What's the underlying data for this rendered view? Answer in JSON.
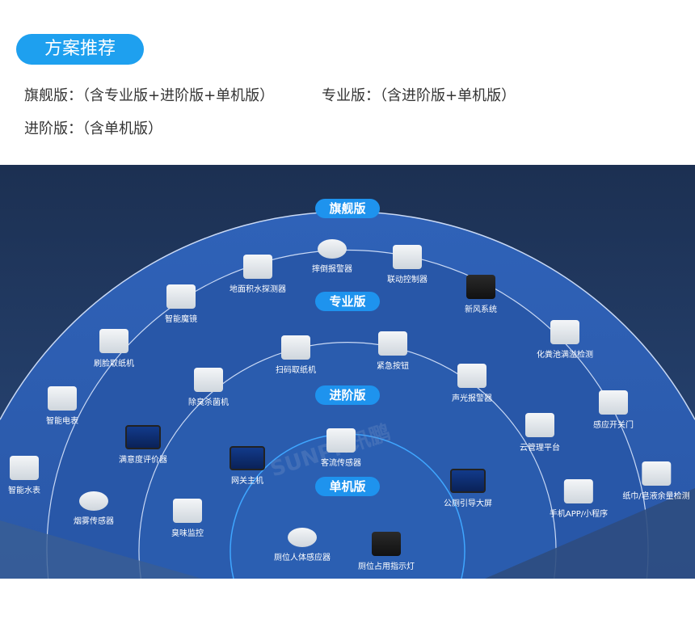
{
  "header": {
    "title": "方案推荐",
    "line1a": "旗舰版：（含专业版+进阶版+单机版）",
    "line1b": "专业版：（含进阶版+单机版）",
    "line2": "进阶版：（含单机版）"
  },
  "tiers": [
    "旗舰版",
    "专业版",
    "进阶版",
    "单机版"
  ],
  "watermark": "SUNPN讯鹏",
  "colors": {
    "accent": "#1ea0ef",
    "tier_bg": "#1e93ee",
    "background": "#1c3052"
  },
  "items": [
    {
      "label": "地面积水探测器",
      "icon": "water-detector-icon"
    },
    {
      "label": "摔倒报警器",
      "icon": "fall-alarm-icon"
    },
    {
      "label": "联动控制器",
      "icon": "controller-icon"
    },
    {
      "label": "新风系统",
      "icon": "fresh-air-icon"
    },
    {
      "label": "智能魔镜",
      "icon": "smart-mirror-icon"
    },
    {
      "label": "刷脸取纸机",
      "icon": "face-paper-dispenser-icon"
    },
    {
      "label": "化粪池满溢检测",
      "icon": "level-sensor-icon"
    },
    {
      "label": "智能电表",
      "icon": "electric-meter-icon"
    },
    {
      "label": "感应开关门",
      "icon": "door-sensor-icon"
    },
    {
      "label": "智能水表",
      "icon": "water-meter-icon"
    },
    {
      "label": "纸巾/皂液余量检测",
      "icon": "supply-sensor-icon"
    },
    {
      "label": "烟雾传感器",
      "icon": "smoke-sensor-icon"
    },
    {
      "label": "扫码取纸机",
      "icon": "qr-paper-dispenser-icon"
    },
    {
      "label": "紧急按钮",
      "icon": "emergency-button-icon"
    },
    {
      "label": "除臭杀菌机",
      "icon": "deodorizer-icon"
    },
    {
      "label": "声光报警器",
      "icon": "siren-icon"
    },
    {
      "label": "满意度评价器",
      "icon": "rating-device-icon"
    },
    {
      "label": "云管理平台",
      "icon": "laptop-icon"
    },
    {
      "label": "臭味监控",
      "icon": "odor-monitor-icon"
    },
    {
      "label": "手机APP/小程序",
      "icon": "phone-app-icon"
    },
    {
      "label": "客流传感器",
      "icon": "people-counter-icon"
    },
    {
      "label": "网关主机",
      "icon": "gateway-icon"
    },
    {
      "label": "公厕引导大屏",
      "icon": "guide-screen-icon"
    },
    {
      "label": "厕位人体感应器",
      "icon": "presence-sensor-icon"
    },
    {
      "label": "厕位占用指示灯",
      "icon": "occupancy-light-icon"
    }
  ]
}
